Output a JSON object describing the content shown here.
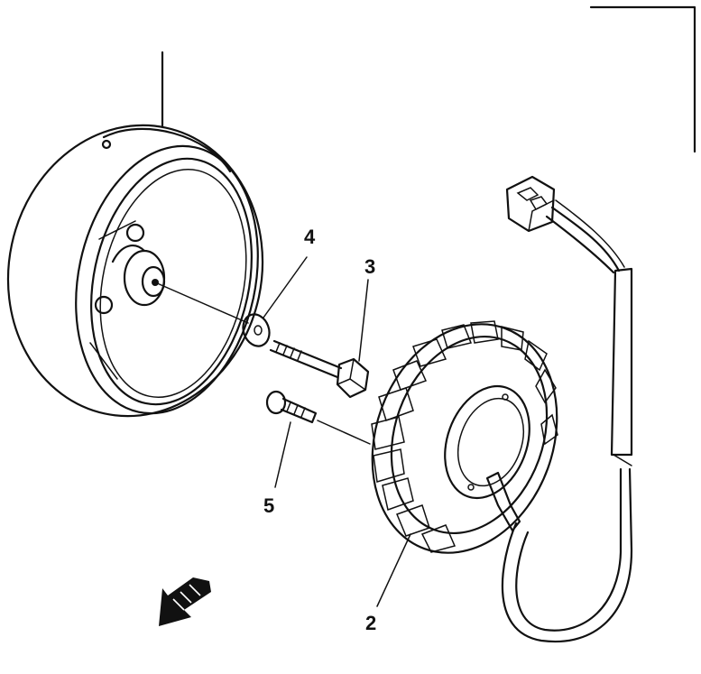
{
  "diagram": {
    "callouts": [
      {
        "id": "4",
        "text": "4",
        "part": "washer"
      },
      {
        "id": "3",
        "text": "3",
        "part": "rotor-bolt"
      },
      {
        "id": "5",
        "text": "5",
        "part": "stator-screw"
      },
      {
        "id": "2",
        "text": "2",
        "part": "stator-coil"
      }
    ],
    "parts": [
      "flywheel-rotor",
      "washer",
      "rotor-bolt",
      "stator-screw",
      "stator-coil",
      "wire-harness",
      "connector"
    ],
    "direction_arrow": "front-arrow-icon",
    "colors": {
      "ink": "#111111",
      "background": "#ffffff"
    }
  }
}
